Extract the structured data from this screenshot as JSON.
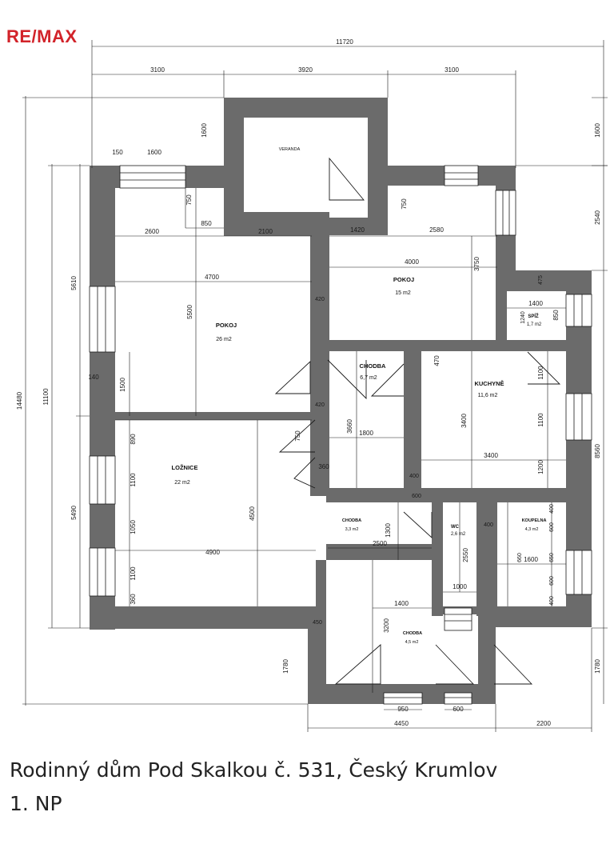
{
  "brand": {
    "logo_text": "RE/MAX",
    "logo_color": "#d2232a"
  },
  "caption": {
    "line1": "Rodinný dům Pod Skalkou č. 531, Český Krumlov",
    "line2": "1. NP"
  },
  "colors": {
    "wall": "#6b6b6b",
    "line": "#1a1a1a",
    "paper": "#ffffff"
  },
  "rooms": {
    "veranda": {
      "name": "VERANDA"
    },
    "pokoj_large": {
      "name": "POKOJ",
      "area": "26 m2"
    },
    "pokoj_small": {
      "name": "POKOJ",
      "area": "15 m2"
    },
    "spiz": {
      "name": "SPÍŽ",
      "area": "1,7 m2"
    },
    "chodba_main": {
      "name": "CHODBA",
      "area": "6,7 m2"
    },
    "kuchyne": {
      "name": "KUCHYNĚ",
      "area": "11,6 m2"
    },
    "loznice": {
      "name": "LOŽNICE",
      "area": "22 m2"
    },
    "chodba_mid": {
      "name": "CHODBA",
      "area": "3,3 m2"
    },
    "wc": {
      "name": "WC",
      "area": "2,6 m2"
    },
    "koupelna": {
      "name": "KOUPELNA",
      "area": "4,3 m2"
    },
    "chodba_low": {
      "name": "CHODBA",
      "area": "4,5 m2"
    }
  },
  "dimensions": {
    "top_total": "11720",
    "top_left": "3100",
    "top_mid": "3920",
    "top_right": "3100",
    "veranda_depth_left": "1600",
    "veranda_depth_right": "1600",
    "win_offset": "150",
    "win_width": "1600",
    "d750_a": "750",
    "d850": "850",
    "d2600": "2600",
    "d2100": "2100",
    "d4700": "4700",
    "d5500": "5500",
    "d1500": "1500",
    "d140": "140",
    "d750_b": "750",
    "d1420": "1420",
    "d2580": "2580",
    "d4000": "4000",
    "d3750": "3750",
    "d2540": "2540",
    "d475": "475",
    "d1400_spiz": "1400",
    "d1240": "1240",
    "d850_spiz": "850",
    "d420_a": "420",
    "d420_b": "420",
    "d470": "470",
    "d1100_a": "1100",
    "d1100_b": "1100",
    "d3400_v": "3400",
    "d3400_h": "3400",
    "d1200": "1200",
    "d8560": "8560",
    "d3660": "3660",
    "d1800": "1800",
    "d750_c": "750",
    "d360": "360",
    "d400_a": "400",
    "d600_a": "600",
    "d890": "890",
    "d1100_c": "1100",
    "d1050": "1050",
    "d1100_d": "1100",
    "d360_b": "360",
    "d4500": "4500",
    "d4900": "4900",
    "d5490": "5490",
    "d5610": "5610",
    "d11100": "11100",
    "d14480": "14480",
    "d1300": "1300",
    "d2500": "2500",
    "d400_b": "400",
    "d2550": "2550",
    "d400_c": "400",
    "d600_b": "600",
    "d660": "660",
    "d1600_k": "1600",
    "d650": "650",
    "d600_c": "600",
    "d400_d": "400",
    "d1000": "1000",
    "d1400_c": "1400",
    "d3200": "3200",
    "d450": "450",
    "d1780_l": "1780",
    "d1780_r": "1780",
    "d950": "950",
    "d600_d": "600",
    "d4450": "4450",
    "d2200": "2200"
  }
}
